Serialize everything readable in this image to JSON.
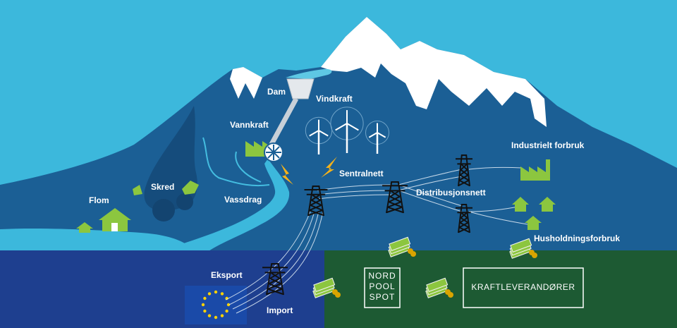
{
  "labels": {
    "dam": "Dam",
    "vindkraft": "Vindkraft",
    "vannkraft": "Vannkraft",
    "skred": "Skred",
    "flom": "Flom",
    "vassdrag": "Vassdrag",
    "sentralnett": "Sentralnett",
    "distribusjonsnett": "Distribusjonsnett",
    "industrielt_forbruk": "Industrielt forbruk",
    "husholdningsforbruk": "Husholdningsforbruk",
    "eksport": "Eksport",
    "import": "Import"
  },
  "nordpool": {
    "line1": "NORD",
    "line2": "POOL",
    "line3": "SPOT"
  },
  "kraftleverandorer": "KRAFTLEVERANDØRER",
  "colors": {
    "sky": "#3cb8dc",
    "mountain": "#1b5f95",
    "snow": "#ffffff",
    "eu_zone": "#1e3f8f",
    "market_zone": "#1d5a33",
    "building_green": "#8cc63f",
    "money": "#d9a400"
  }
}
